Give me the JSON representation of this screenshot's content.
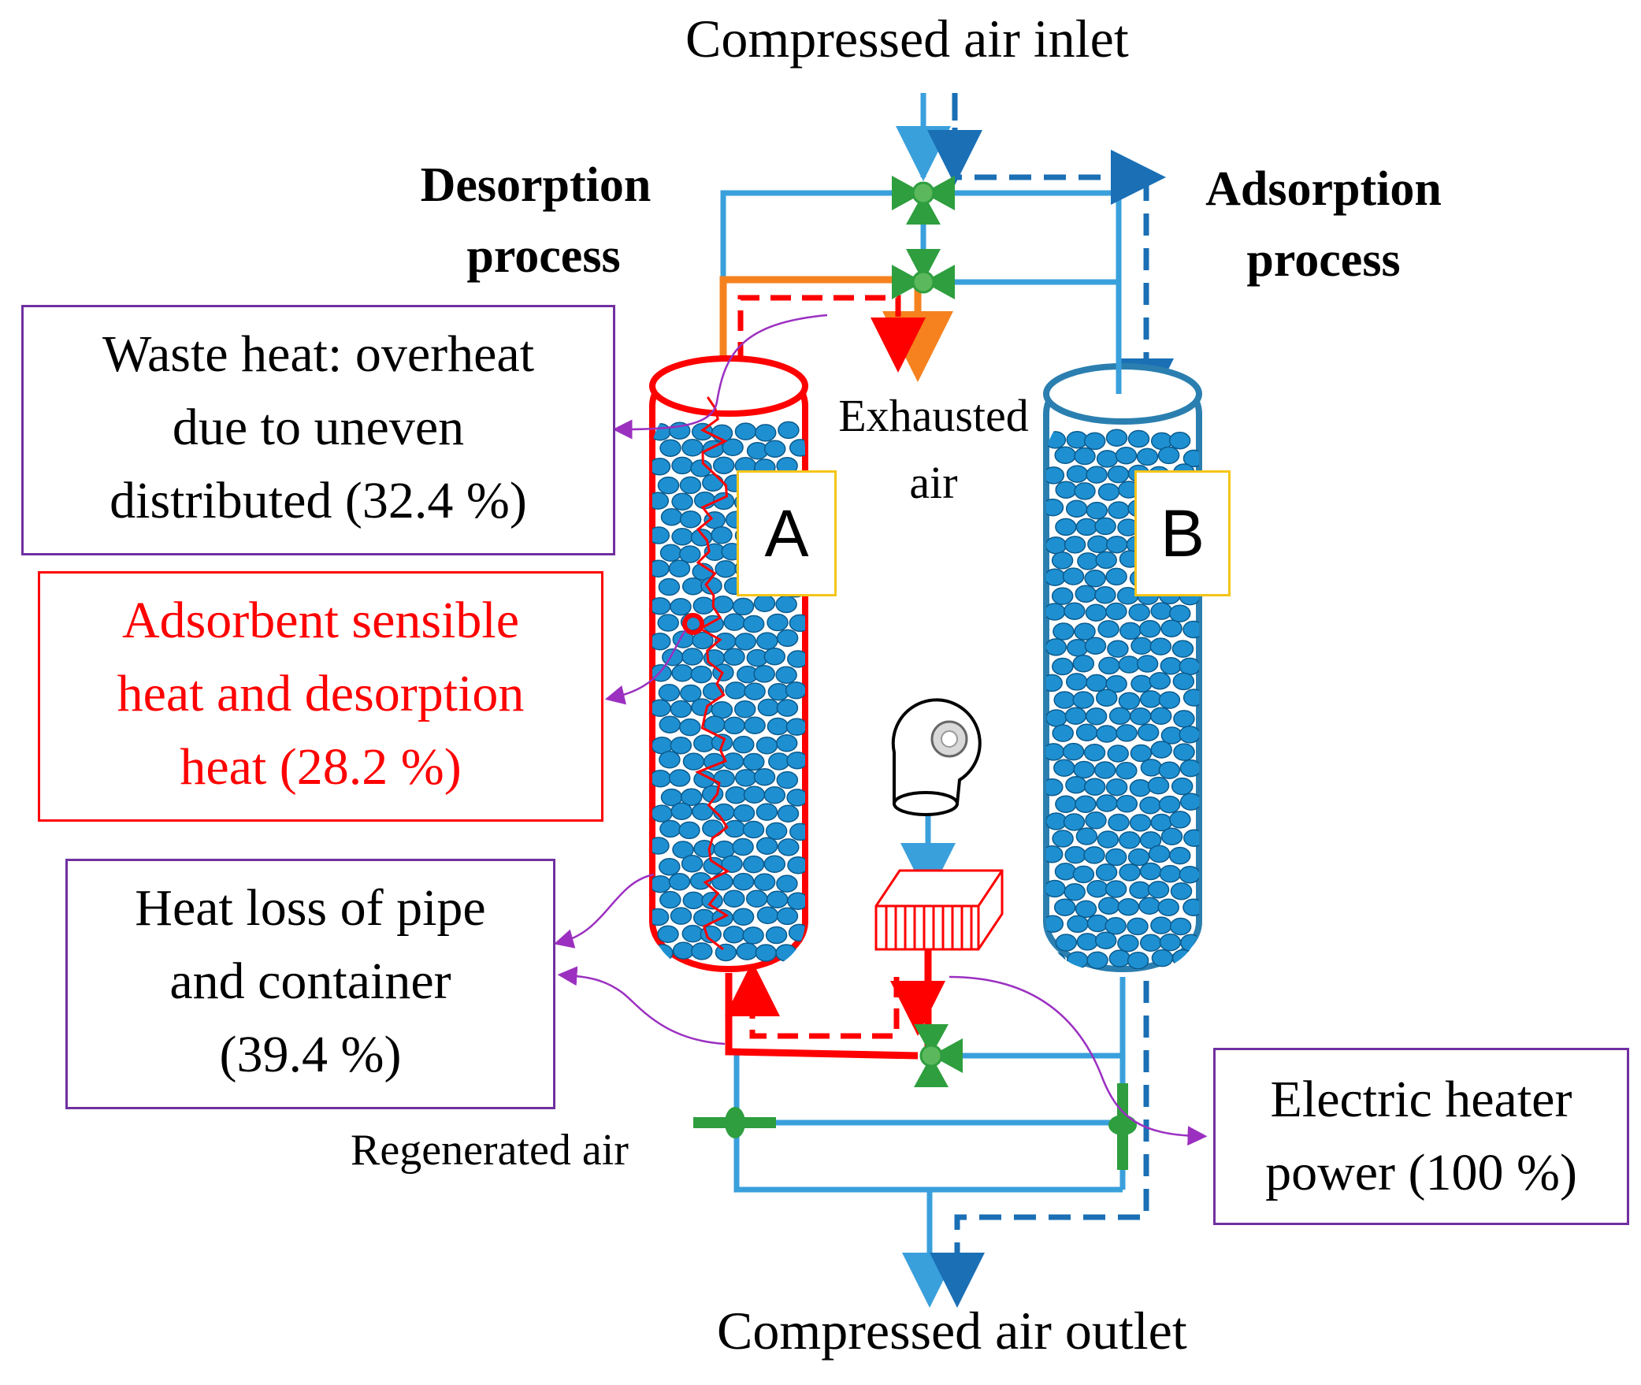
{
  "title_inlet": "Compressed air inlet",
  "title_outlet": "Compressed air outlet",
  "desorption_process": [
    "Desorption",
    "process"
  ],
  "adsorption_process": [
    "Adsorption",
    "process"
  ],
  "exhausted_air": [
    "Exhausted",
    "air"
  ],
  "regenerated_air": "Regenerated  air",
  "column_a_label": "A",
  "column_b_label": "B",
  "boxes": {
    "waste_heat": [
      "Waste heat: overheat",
      "due to uneven",
      "distributed (32.4 %)"
    ],
    "sensible_heat": [
      "Adsorbent sensible",
      "heat and desorption",
      "heat (28.2 %)"
    ],
    "heat_loss": [
      "Heat loss of pipe",
      "and container",
      "(39.4 %)"
    ],
    "electric_heater": [
      "Electric heater",
      "power (100 %)"
    ]
  },
  "colors": {
    "blue_pipe": "#3aa0dc",
    "dark_blue_dashed": "#1a6fb5",
    "red_pipe": "#ff0000",
    "orange_pipe": "#f5821f",
    "valve_green": "#2e9e3e",
    "column_b_outline": "#2a7fb0",
    "bead_blue": "#1e90d2",
    "purple_leader": "#9b30c0"
  }
}
